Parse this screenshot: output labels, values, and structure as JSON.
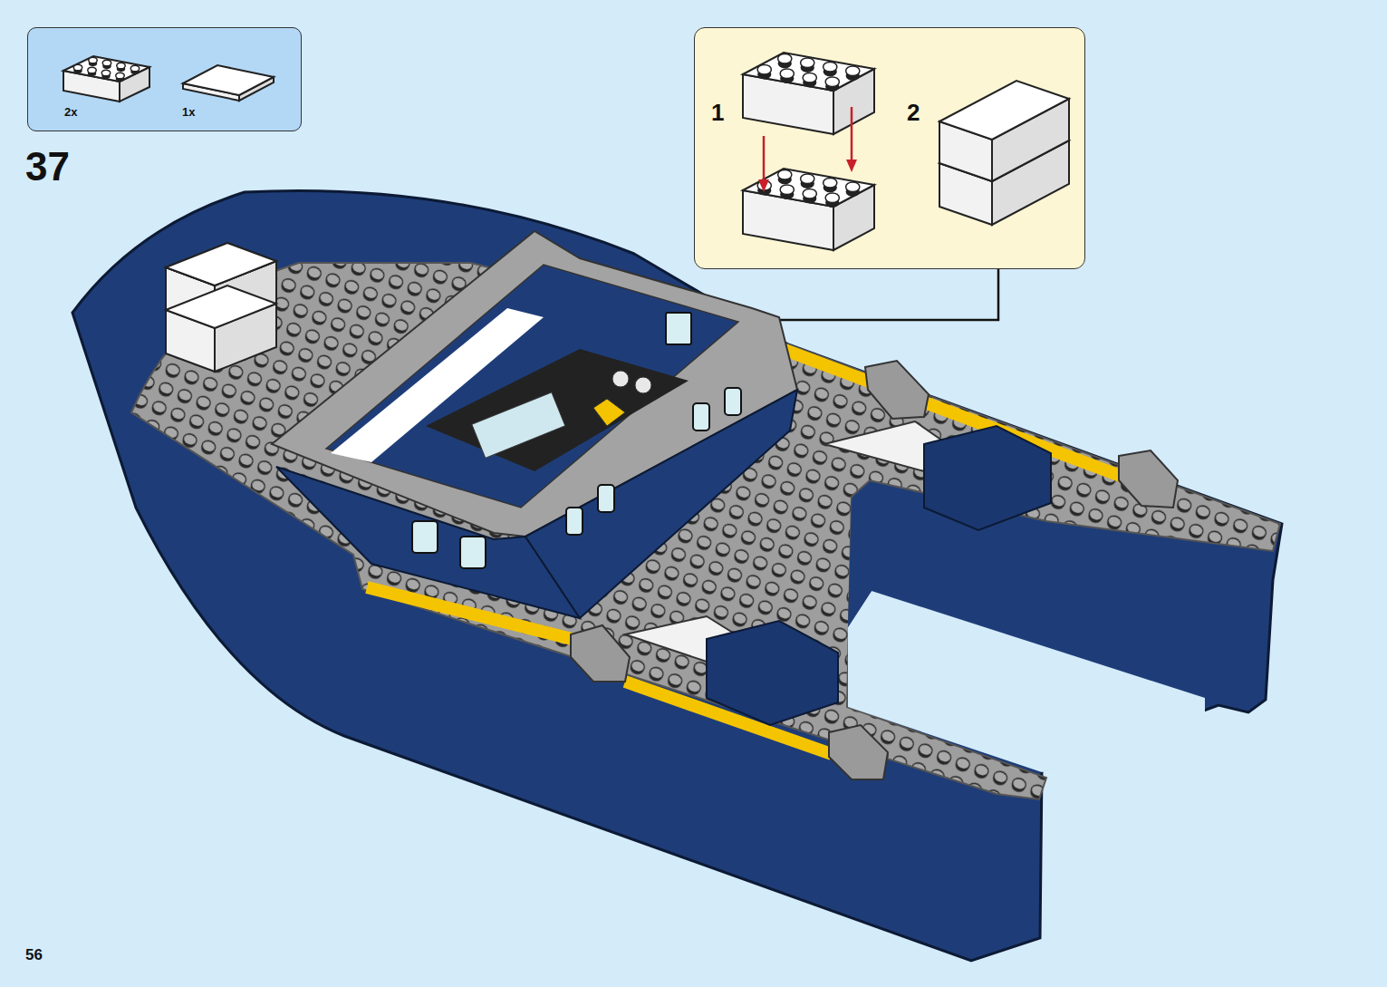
{
  "diagram": {
    "nodes": [
      {
        "text": [
          "2x",
          "1x"
        ]
      },
      {
        "text": [
          "1",
          "2"
        ]
      }
    ],
    "labels": [
      "37",
      "56"
    ]
  }
}
